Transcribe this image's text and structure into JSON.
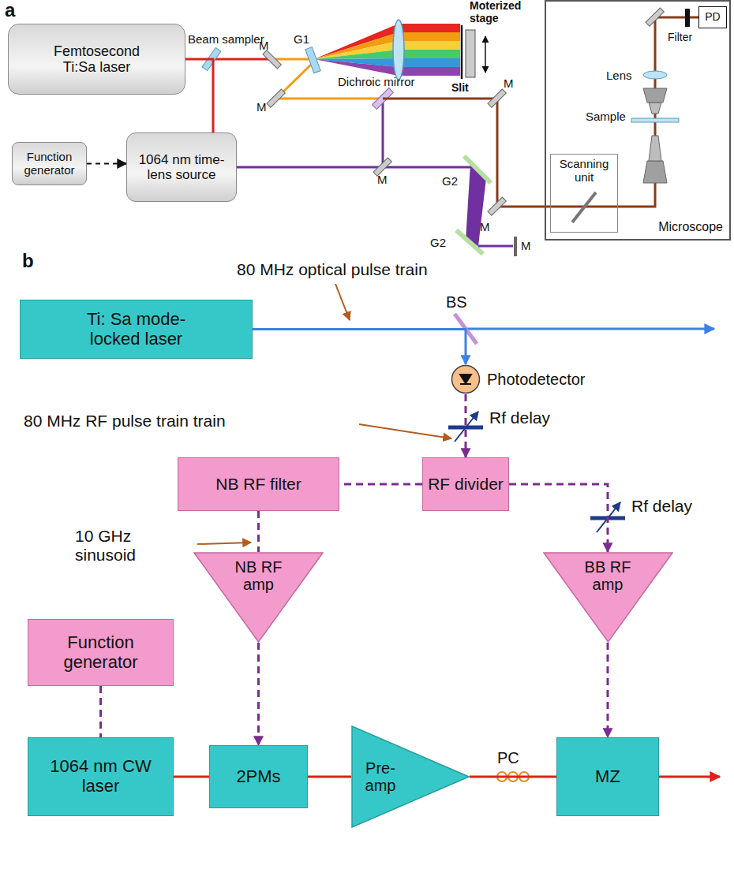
{
  "diagram": {
    "nodes": [
      {
        "text": [
          "Femtosecond Ti:Sa laser"
        ]
      },
      {
        "text": [
          "Function generator"
        ]
      },
      {
        "text": [
          "1064 nm time-lens source"
        ]
      },
      {
        "text": [
          "Microscope"
        ]
      },
      {
        "text": [
          "Scanning unit"
        ],
        "in": 3
      },
      {
        "text": [
          "PD"
        ],
        "in": 3
      },
      {
        "text": [
          "Ti: Sa mode-locked laser"
        ]
      },
      {
        "text": [
          "Photodetector"
        ]
      },
      {
        "text": [
          "NB RF filter"
        ]
      },
      {
        "text": [
          "RF divider"
        ]
      },
      {
        "text": [
          "NB RF amp"
        ]
      },
      {
        "text": [
          "BB RF amp"
        ]
      },
      {
        "text": [
          "Function generator"
        ]
      },
      {
        "text": [
          "1064 nm CW laser"
        ]
      },
      {
        "text": [
          "2PMs"
        ]
      },
      {
        "text": [
          "Pre-amp"
        ]
      },
      {
        "text": [
          "MZ"
        ]
      }
    ],
    "edges": [
      {
        "from": 0,
        "to": 2,
        "arrow": "none"
      },
      {
        "from": 1,
        "to": 2,
        "arrow": "to"
      },
      {
        "from": 6,
        "to": 7,
        "arrow": "to"
      },
      {
        "from": 7,
        "to": 9,
        "arrow": "to"
      },
      {
        "from": 9,
        "to": 8,
        "arrow": "none"
      },
      {
        "from": 9,
        "to": 11,
        "arrow": "to"
      },
      {
        "from": 8,
        "to": 10,
        "arrow": "none"
      },
      {
        "from": 10,
        "to": 14,
        "arrow": "to"
      },
      {
        "from": 11,
        "to": 16,
        "arrow": "to"
      },
      {
        "from": 12,
        "to": 13,
        "arrow": "none"
      },
      {
        "from": 13,
        "to": 14,
        "arrow": "none"
      },
      {
        "from": 14,
        "to": 15,
        "arrow": "none"
      },
      {
        "from": 15,
        "to": 16,
        "arrow": "none"
      }
    ],
    "labels": [
      "a",
      "Beam sampler",
      "M",
      "G1",
      "Moterized stage",
      "Slit",
      "M",
      "Dichroic mirror",
      "M",
      "M",
      "M",
      "G2",
      "G2",
      "M",
      "Lens",
      "Filter",
      "Sample",
      "b",
      "80 MHz optical pulse train",
      "BS",
      "80 MHz RF pulse train train",
      "Rf delay",
      "Rf delay",
      "10 GHz sinusoid",
      "PC"
    ]
  }
}
